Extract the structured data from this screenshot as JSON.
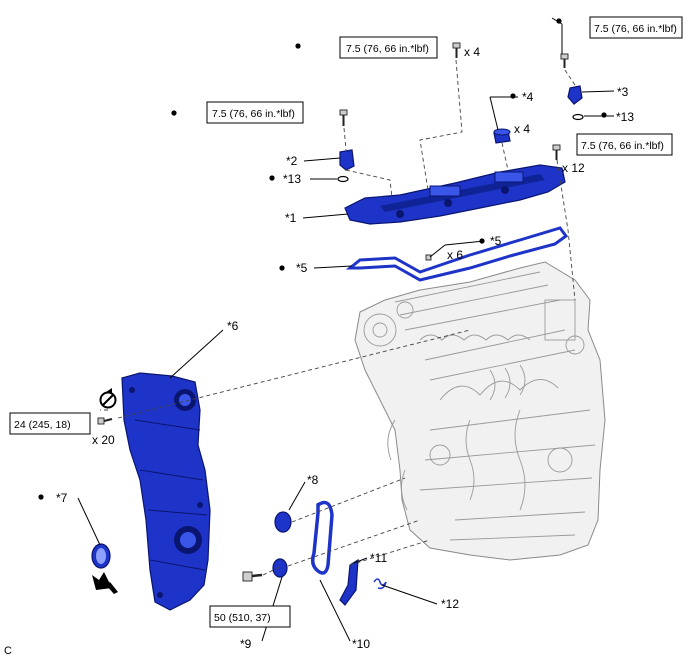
{
  "callouts": {
    "c1": "*1",
    "c2": "*2",
    "c3": "*3",
    "c4": "*4",
    "c5a": "*5",
    "c5b": "*5",
    "c6": "*6",
    "c7": "*7",
    "c8": "*8",
    "c9": "*9",
    "c10": "*10",
    "c11": "*11",
    "c12": "*12",
    "c13a": "*13",
    "c13b": "*13"
  },
  "torques": {
    "t_top_center": "7.5 (76, 66 in.*lbf)",
    "t_top_right": "7.5 (76, 66 in.*lbf)",
    "t_left": "7.5 (76, 66 in.*lbf)",
    "t_right_mid": "7.5 (76, 66 in.*lbf)",
    "t_front": "24 (245, 18)",
    "t_bottom": "50 (510, 37)"
  },
  "quantities": {
    "q_top_center": "x 4",
    "q_cap": "x 4",
    "q_right": "x 12",
    "q_gasket": "x 6",
    "q_front": "x 20"
  },
  "corner_code": "C"
}
